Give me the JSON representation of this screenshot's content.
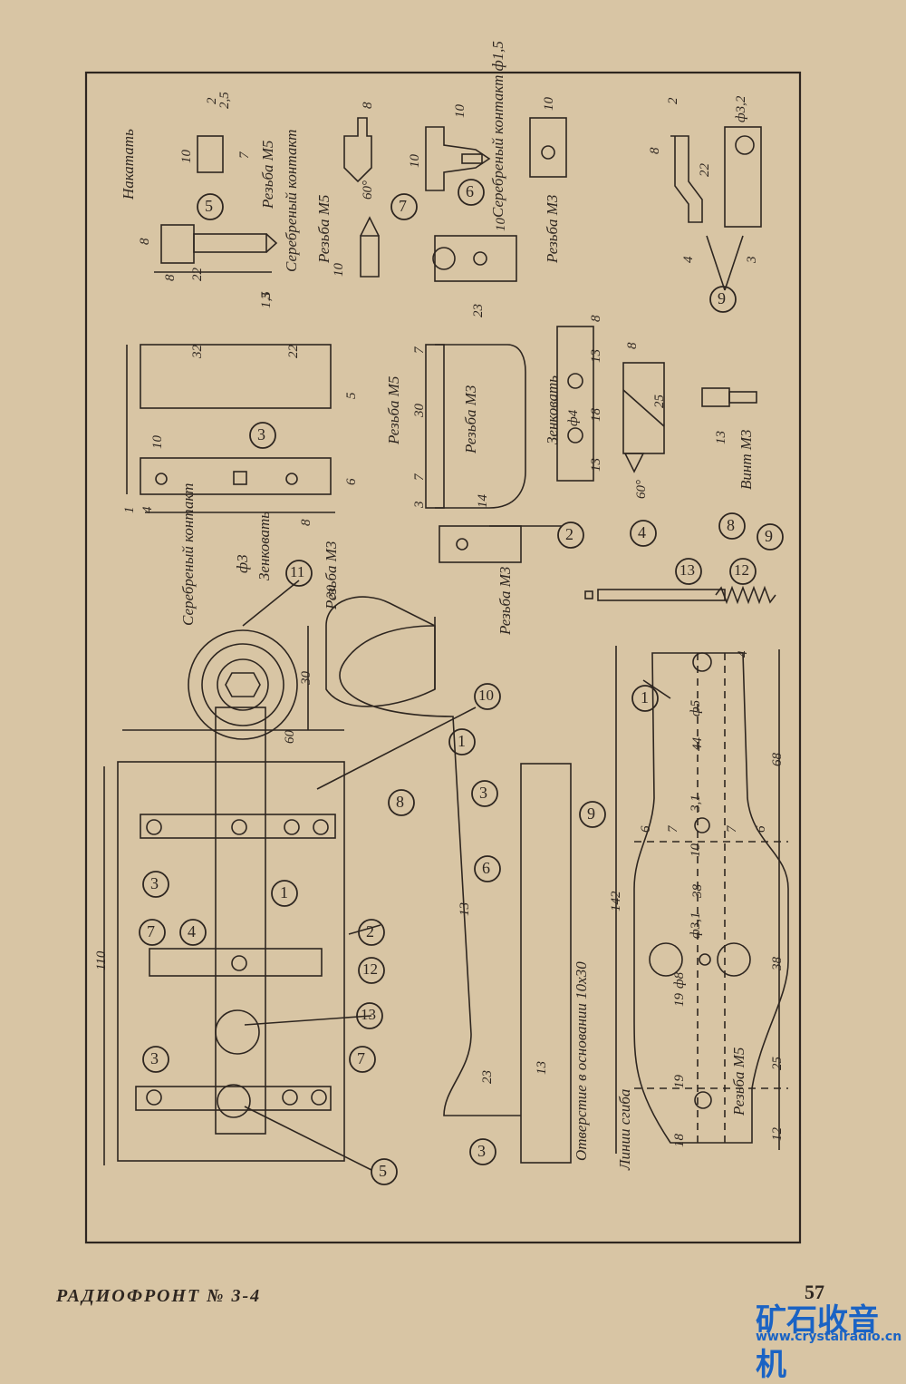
{
  "footer": {
    "journal": "РАДИОФРОНТ  №  3-4",
    "page_number": "57"
  },
  "watermark": {
    "site_name_cn": "矿石收音机",
    "url": "www.crystalradio.cn"
  },
  "callouts": [
    "1",
    "2",
    "3",
    "4",
    "5",
    "6",
    "7",
    "8",
    "9",
    "10",
    "11",
    "12",
    "13"
  ],
  "notes": {
    "knurl": "Накатать",
    "thread_m5": "Резьба М5",
    "thread_m3": "Резьба М3",
    "silver_contact": "Серебреный контакт",
    "silver_contact_phi": "Серебреный контакт ф1,5",
    "phi3": "ф3",
    "countersink": "Зенковать",
    "screw_m3": "Винт М3",
    "hole_base": "Отверстие в основании 10х30",
    "bend_lines": "Линии сгиба",
    "phi4": "ф4",
    "phi5": "ф5",
    "phi8": "ф8",
    "phi31": "ф3,1",
    "phi32": "ф3,2",
    "angle60": "60°"
  },
  "dimensions": {
    "d110": "110",
    "d60": "60",
    "d30": "30",
    "d142": "142",
    "d68": "68",
    "d44": "44",
    "d38": "38",
    "d25": "25",
    "d23": "23",
    "d22": "22",
    "d32": "32",
    "d18": "18",
    "d19": "19",
    "d13": "13",
    "d12": "12",
    "d14": "14",
    "d10": "10",
    "d8": "8",
    "d7": "7",
    "d6": "6",
    "d5": "5",
    "d4": "4",
    "d3": "3",
    "d2": "2",
    "d25s": "2,5",
    "d15": "1,5",
    "d31": "3,1",
    "d1": "1"
  }
}
